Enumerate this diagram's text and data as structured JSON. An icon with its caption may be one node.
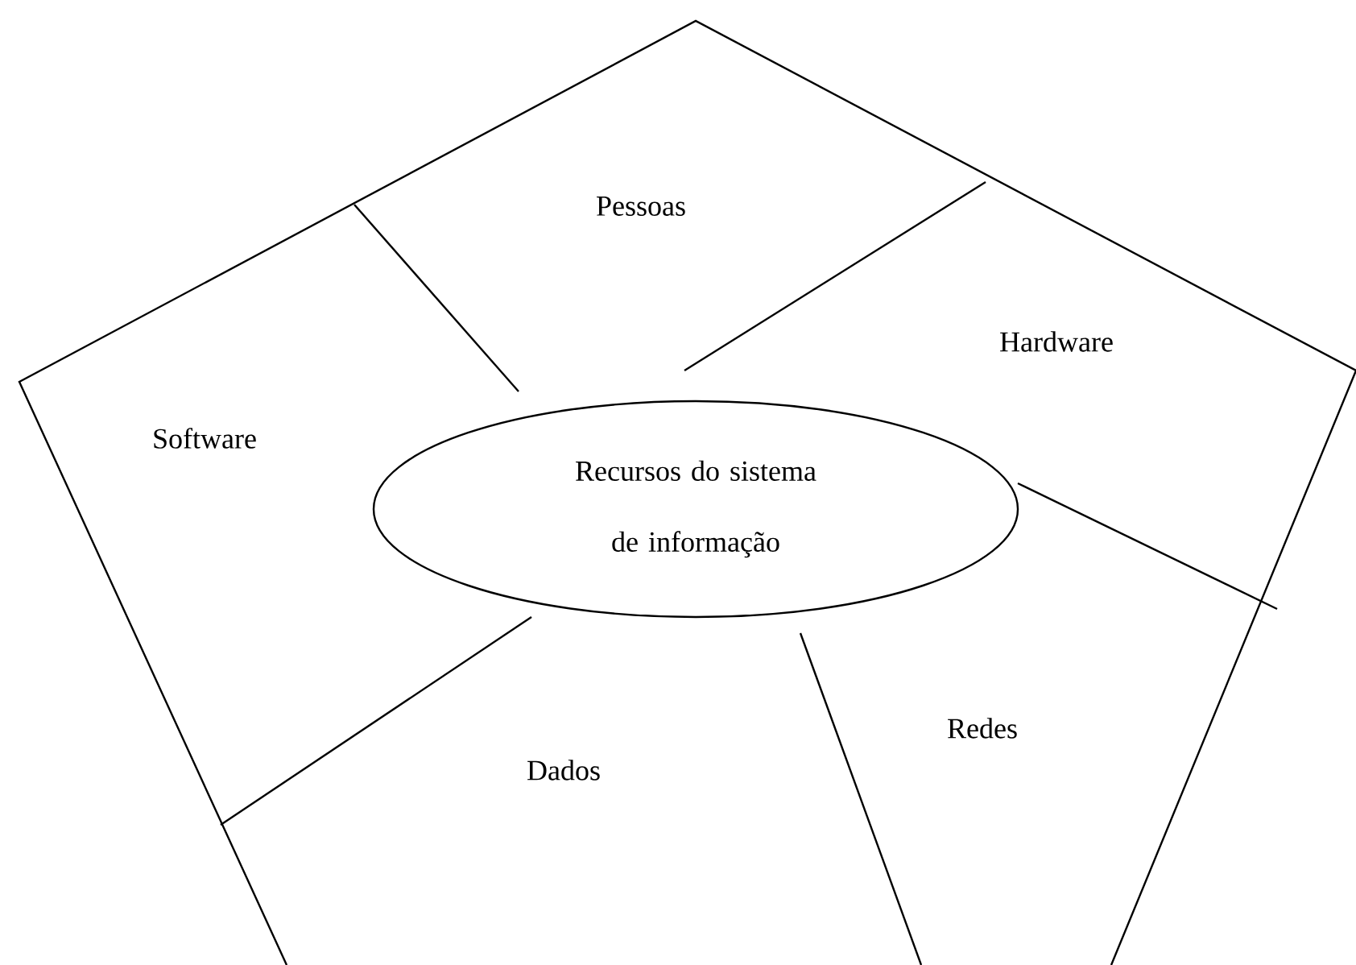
{
  "diagram": {
    "nodes": [
      {
        "text": [
          "Recursos do sistema de informação"
        ]
      }
    ],
    "labels": [
      "Pessoas",
      "Hardware",
      "Software",
      "Redes",
      "Dados"
    ]
  }
}
